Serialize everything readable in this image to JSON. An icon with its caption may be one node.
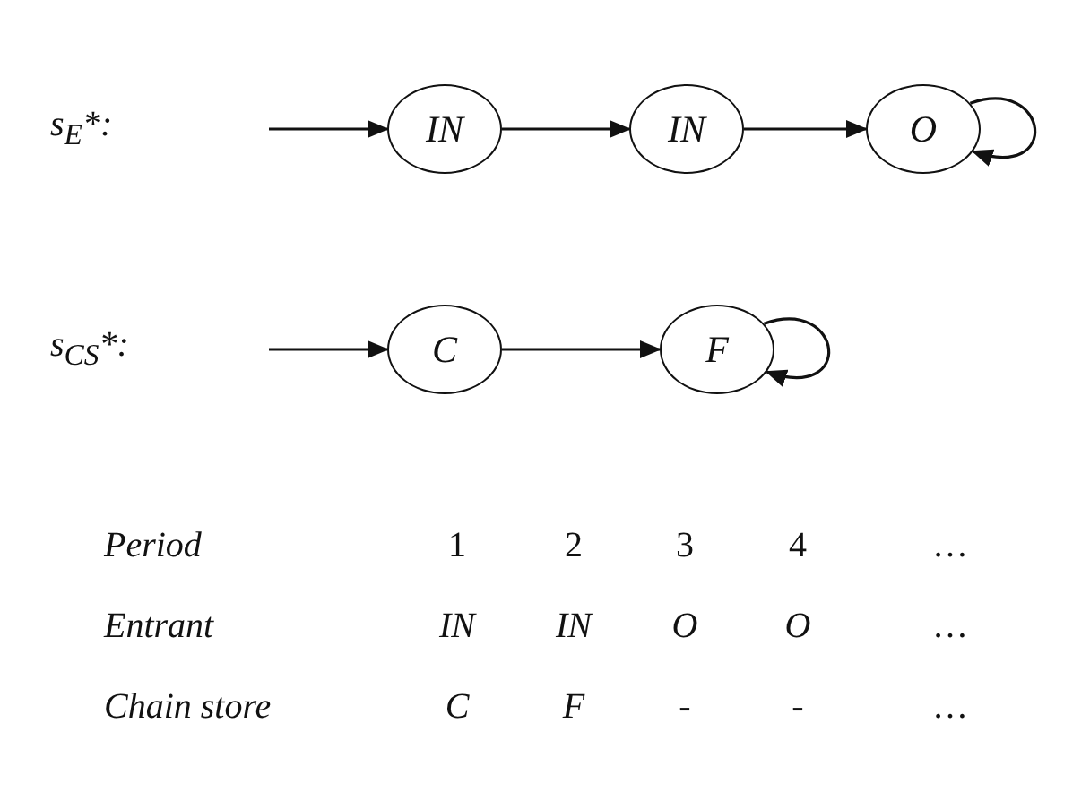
{
  "diagram": {
    "nodes": [
      {
        "text": [
          "IN"
        ]
      },
      {
        "text": [
          "IN"
        ]
      },
      {
        "text": [
          "O"
        ]
      },
      {
        "text": [
          "C"
        ]
      },
      {
        "text": [
          "F"
        ]
      }
    ],
    "edges": [
      {
        "from": null,
        "to": 0,
        "arrow": "to"
      },
      {
        "from": 0,
        "to": 1,
        "arrow": "to"
      },
      {
        "from": 1,
        "to": 2,
        "arrow": "to"
      },
      {
        "from": 2,
        "to": 2,
        "arrow": "to"
      },
      {
        "from": null,
        "to": 3,
        "arrow": "to"
      },
      {
        "from": 3,
        "to": 4,
        "arrow": "to"
      },
      {
        "from": 4,
        "to": 4,
        "arrow": "to"
      }
    ],
    "labels": [
      "s$_{E}$*:",
      "s$_{CS}$*:",
      "Period",
      "1",
      "2",
      "3",
      "4",
      "…",
      "Entrant",
      "IN",
      "IN",
      "O",
      "O",
      "…",
      "Chain store",
      "C",
      "F",
      "-",
      "-",
      "…"
    ]
  }
}
